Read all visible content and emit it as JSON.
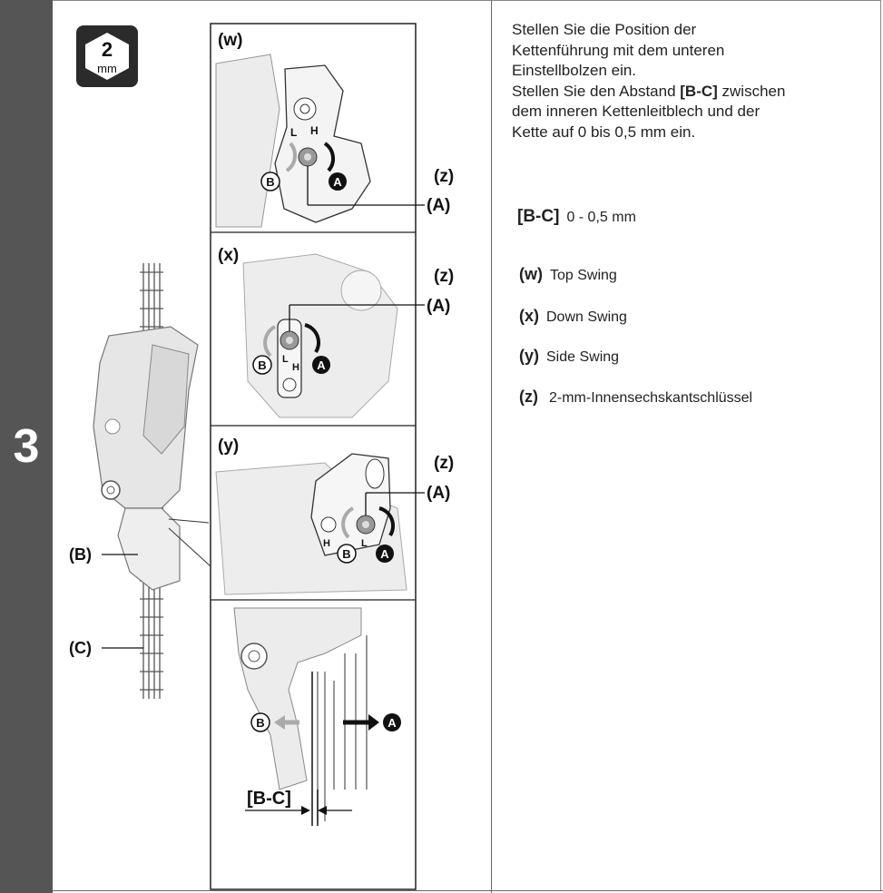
{
  "step": {
    "number": "3"
  },
  "tool_icon": {
    "size": "2",
    "unit": "mm"
  },
  "panels": {
    "w": {
      "label": "(w)",
      "tool": "(z)",
      "bolt": "(A)",
      "low": "L",
      "high": "H",
      "b": "B",
      "a": "A"
    },
    "x": {
      "label": "(x)",
      "tool": "(z)",
      "bolt": "(A)",
      "low": "L",
      "high": "H",
      "b": "B",
      "a": "A"
    },
    "y": {
      "label": "(y)",
      "tool": "(z)",
      "bolt": "(A)",
      "low": "L",
      "high": "H",
      "b": "B",
      "a": "A"
    },
    "detail": {
      "b": "B",
      "a": "A",
      "gap": "[B-C]"
    }
  },
  "overview": {
    "b_label": "(B)",
    "c_label": "(C)"
  },
  "instructions": {
    "l1": "Stellen Sie die Position der",
    "l2": "Kettenführung mit dem unteren",
    "l3": "Einstellbolzen ein.",
    "l4a": "Stellen Sie den Abstand ",
    "l4b": "[B-C]",
    "l4c": " zwischen",
    "l5": "dem inneren Kettenleitblech und der",
    "l6": "Kette auf 0 bis 0,5 mm ein."
  },
  "spec": {
    "key": "[B-C]",
    "value": "0 - 0,5 mm"
  },
  "legend": [
    {
      "key": "(w)",
      "text": "Top Swing"
    },
    {
      "key": "(x)",
      "text": "Down Swing"
    },
    {
      "key": "(y)",
      "text": "Side Swing"
    },
    {
      "key": "(z)",
      "text": "2-mm-Innensechskantschlüssel"
    }
  ],
  "colors": {
    "step_bar": "#555555",
    "line": "#1a1a1a",
    "part_fill": "#e6e6e6"
  }
}
